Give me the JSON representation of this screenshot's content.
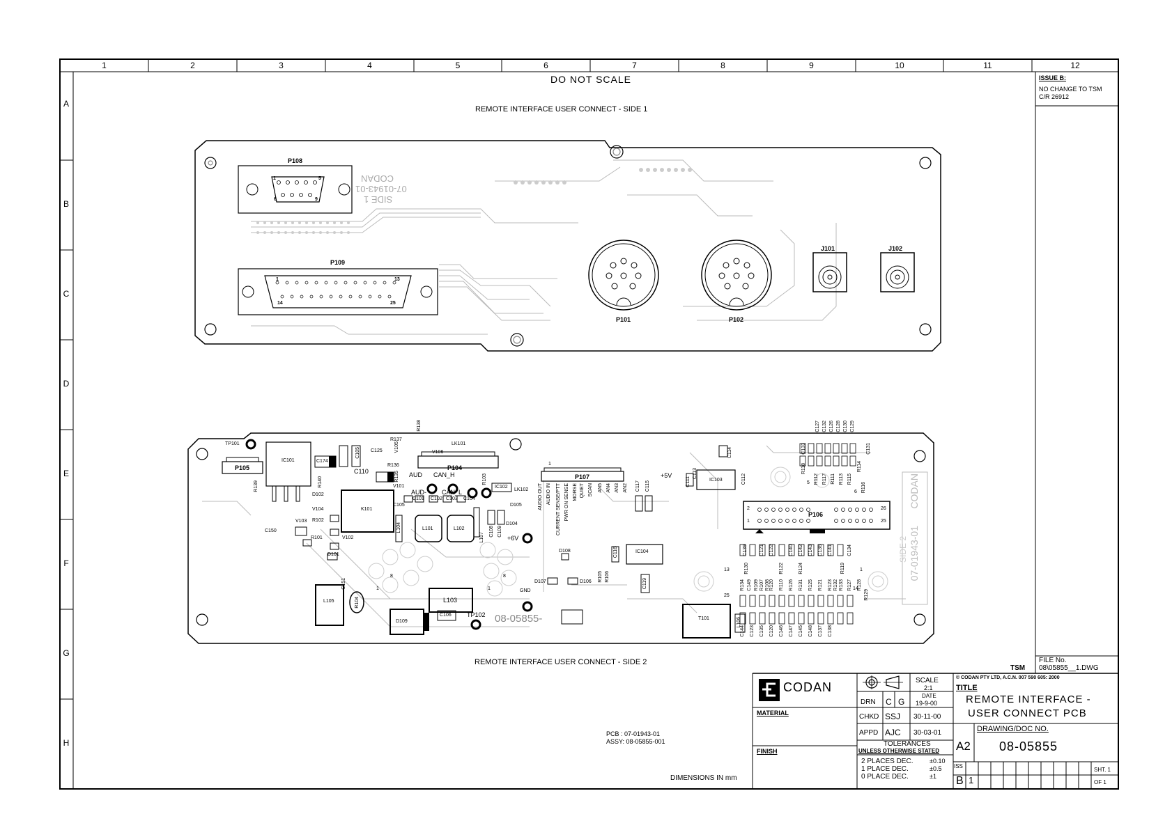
{
  "sheet": {
    "do_not_scale": "DO NOT SCALE",
    "zone_columns": [
      "1",
      "2",
      "3",
      "4",
      "5",
      "6",
      "7",
      "8",
      "9",
      "10",
      "11",
      "12"
    ],
    "zone_rows": [
      "A",
      "B",
      "C",
      "D",
      "E",
      "F",
      "G",
      "H"
    ],
    "view1_title": "REMOTE INTERFACE USER CONNECT - SIDE 1",
    "view2_title": "REMOTE INTERFACE USER CONNECT - SIDE 2",
    "pcb_line": "PCB : 07-01943-01",
    "assy_line": "ASSY: 08-05855-001",
    "dimensions_note": "DIMENSIONS IN mm",
    "tsm": "TSM"
  },
  "issue_box": {
    "heading": "ISSUE B:",
    "line1": "NO CHANGE TO TSM",
    "line2": "C/R 26912"
  },
  "file_box": {
    "label": "FILE No.",
    "value": "08\\05855__1.DWG"
  },
  "side1": {
    "silk_name": "CODAN",
    "silk_part": "07-01943-01",
    "silk_side": "SIDE 1",
    "p108": {
      "ref": "P108",
      "pins": [
        "1",
        "5",
        "6",
        "9"
      ]
    },
    "p109": {
      "ref": "P109",
      "pins": [
        "1",
        "13",
        "14",
        "25"
      ]
    },
    "p101": "P101",
    "p102": "P102",
    "j101": "J101",
    "j102": "J102"
  },
  "side2": {
    "labels": [
      "TP101",
      "P105",
      "IC101",
      "C174",
      "C105",
      "C125",
      "V105",
      "R137",
      "R138",
      "LK101",
      "V106",
      "R136",
      "P104",
      "R135",
      "C110",
      "AUD",
      "CAN_H",
      "C103",
      "R103",
      "R139",
      "R140",
      "D102",
      "V101",
      "AUD-",
      "CAN_L",
      "C101",
      "C102",
      "C104",
      "IC102",
      "LK102",
      "K101",
      "C105",
      "V104",
      "D105",
      "R102",
      "D104",
      "C150",
      "V103",
      "R101",
      "V102",
      "L101",
      "L102",
      "L104",
      "L107",
      "C108",
      "C109",
      "D101",
      "D108",
      "D107",
      "D106",
      "R105",
      "R106",
      "L105",
      "R104",
      "C151",
      "L103",
      "D109",
      "C106",
      "TP102",
      "GND",
      "+6V",
      "+5V",
      "C117",
      "C115",
      "C116",
      "IC104",
      "C119",
      "C111",
      "C113",
      "IC103",
      "C112",
      "C114",
      "T101",
      "L106",
      "C139",
      "P106",
      "R118",
      "R112",
      "R117",
      "R111",
      "R113",
      "R115",
      "R114",
      "R116",
      "C133",
      "C131",
      "C127",
      "C132",
      "C126",
      "C128",
      "C130",
      "C129",
      "C121",
      "C122",
      "C140",
      "C143",
      "C136",
      "C141",
      "C134",
      "R119",
      "R120",
      "R121",
      "R122",
      "R123",
      "R124",
      "R125",
      "R126",
      "R127",
      "R128",
      "R129",
      "R130",
      "R131",
      "R132",
      "R133",
      "R134",
      "R107",
      "R108",
      "R109",
      "R110",
      "C149",
      "C144",
      "C123",
      "C135",
      "C120",
      "C146",
      "C147",
      "C145",
      "C148",
      "C137",
      "C138",
      "C142"
    ],
    "p107": {
      "ref": "P107",
      "pins": [
        "1"
      ],
      "signals": [
        "CURRENT SENSE/PTT",
        "PWR ON SENSE",
        "AUDIO IN",
        "AUDIO OUT",
        "MORSE",
        "QUIET",
        "SCAN",
        "AN5",
        "AN4",
        "AN3",
        "AN2"
      ]
    },
    "p106": {
      "ref": "P106",
      "pins": [
        "2",
        "26",
        "1",
        "25"
      ]
    },
    "pin_marks": [
      "8",
      "1",
      "8",
      "1",
      "13",
      "14",
      "25",
      "5",
      "6",
      "1"
    ],
    "silk_part": "08-05855-",
    "silk_name": "CODAN",
    "silk_pcb": "07-01943-01",
    "silk_side": "SIDE 2"
  },
  "title_block": {
    "company": "CODAN",
    "material_label": "MATERIAL",
    "finish_label": "FINISH",
    "scale_label": "SCALE",
    "scale_value": "2:1",
    "date_label": "DATE",
    "drn_label": "DRN",
    "drn_initials": [
      "C",
      "G"
    ],
    "drn_date": "19-9-00",
    "chkd_label": "CHKD",
    "chkd_initials": "SSJ",
    "chkd_date": "30-11-00",
    "appd_label": "APPD",
    "appd_initials": "AJC",
    "appd_date": "30-03-01",
    "tolerances_label": "TOLERANCES",
    "tolerances_sub": "UNLESS OTHERWISE STATED",
    "tol_rows": [
      {
        "label": "2 PLACES DEC.",
        "value": "±0.10"
      },
      {
        "label": "1 PLACE DEC.",
        "value": "±0.5"
      },
      {
        "label": "0 PLACE DEC.",
        "value": "±1"
      }
    ],
    "copyright": "© CODAN  PTY LTD, A.C.N. 007 590 605:  2000",
    "title_label": "TITLE",
    "title_line1": "REMOTE INTERFACE -",
    "title_line2": "USER CONNECT PCB",
    "drawing_label": "DRAWING/DOC NO.",
    "size": "A2",
    "drawing_no": "08-05855",
    "iss_label": "ISS",
    "iss_value": "B",
    "iss_num": "1",
    "sht_label": "SHT. 1",
    "of_label": "OF   1"
  }
}
